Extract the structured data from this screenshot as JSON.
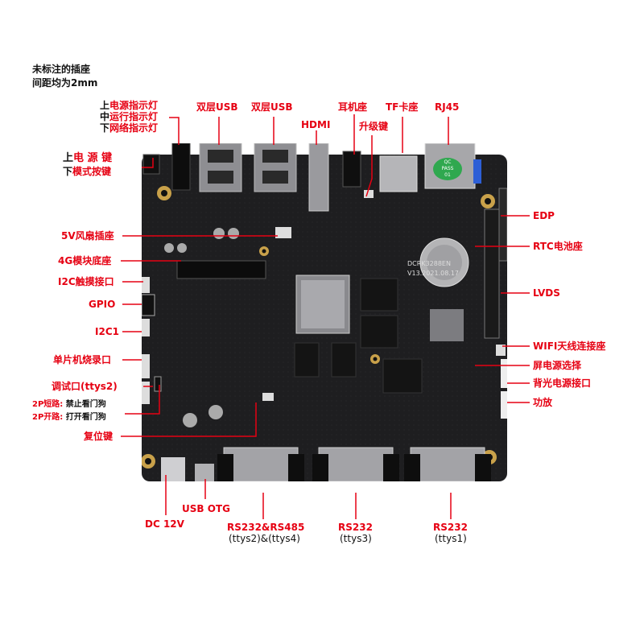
{
  "note": {
    "line1": "未标注的插座",
    "line2": "间距均为2mm"
  },
  "labels": {
    "led_top_prefix": "上",
    "led_top": "电源指示灯",
    "led_mid_prefix": "中",
    "led_mid": "运行指示灯",
    "led_bot_prefix": "下",
    "led_bot": "网络指示灯",
    "key_top_prefix": "上",
    "key_top": "电 源 键",
    "key_bot_prefix": "下",
    "key_bot": "模式按键",
    "usb1": "双层USB",
    "usb2": "双层USB",
    "hdmi": "HDMI",
    "earphone": "耳机座",
    "upgrade": "升级键",
    "tf": "TF卡座",
    "rj45": "RJ45",
    "edp": "EDP",
    "rtc": "RTC电池座",
    "lvds": "LVDS",
    "wifi": "WIFI天线连接座",
    "screen_power": "屏电源选择",
    "backlight": "背光电源接口",
    "amp": "功放",
    "fan": "5V风扇插座",
    "module4g": "4G模块底座",
    "i2c_touch": "I2C触摸接口",
    "gpio": "GPIO",
    "i2c1": "I2C1",
    "mcu_burn": "单片机烧录口",
    "debug": "调试口(ttys2)",
    "short_prefix": "2P短路:",
    "short_text": "禁止看门狗",
    "open_prefix": "2P开路:",
    "open_text": "打开看门狗",
    "reset": "复位键",
    "dc": "DC 12V",
    "usb_otg": "USB OTG",
    "rs232_485": "RS232&RS485",
    "rs232_485_sub": "(ttys2)&(ttys4)",
    "rs232_a": "RS232",
    "rs232_a_sub": "(ttys3)",
    "rs232_b": "RS232",
    "rs232_b_sub": "(ttys1)"
  },
  "board": {
    "soc_marking": "DCRK3288EN",
    "soc_marking2": "V13.2021.08.17",
    "sticker_line1": "QC",
    "sticker_line2": "PASS",
    "sticker_line3": "01"
  },
  "colors": {
    "label": "#e60012",
    "board": "#1c1c1e",
    "line": "#e60012"
  }
}
